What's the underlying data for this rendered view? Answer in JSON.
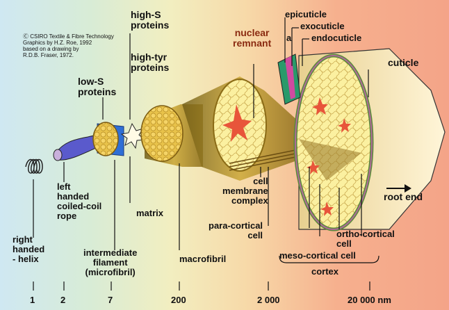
{
  "credit": {
    "line1": "CSIRO Textile & Fibre Technology",
    "line2": "Graphics by H.Z. Roe, 1992",
    "line3": "based on a drawing by",
    "line4": "R.D.B. Fraser, 1972."
  },
  "labels": {
    "right_handed": "right",
    "right_handed2": "handed",
    "right_handed3": "- helix",
    "left_handed1": "left",
    "left_handed2": "handed",
    "left_handed3": "coiled-coil",
    "left_handed4": "rope",
    "low_s1": "low-S",
    "low_s2": "proteins",
    "high_s1": "high-S",
    "high_s2": "proteins",
    "high_tyr1": "high-tyr",
    "high_tyr2": "proteins",
    "matrix": "matrix",
    "intermediate1": "intermediate",
    "intermediate2": "filament",
    "intermediate3": "(microfibril)",
    "macrofibril": "macrofibril",
    "nuclear1": "nuclear",
    "nuclear2": "remnant",
    "cell_membrane1": "cell",
    "cell_membrane2": "membrane",
    "cell_membrane3": "complex",
    "para1": "para-cortical",
    "para2": "cell",
    "epicuticle": "epicuticle",
    "exocuticle": "exocuticle",
    "endocuticle": "endocuticle",
    "a": "a",
    "cuticle": "cuticle",
    "root_end": "root end",
    "ortho1": "ortho-cortical",
    "ortho2": "cell",
    "meso": "meso-cortical cell",
    "cortex": "cortex"
  },
  "scale_ticks": [
    "1",
    "2",
    "7",
    "200",
    "2 000",
    "20 000 nm"
  ]
}
